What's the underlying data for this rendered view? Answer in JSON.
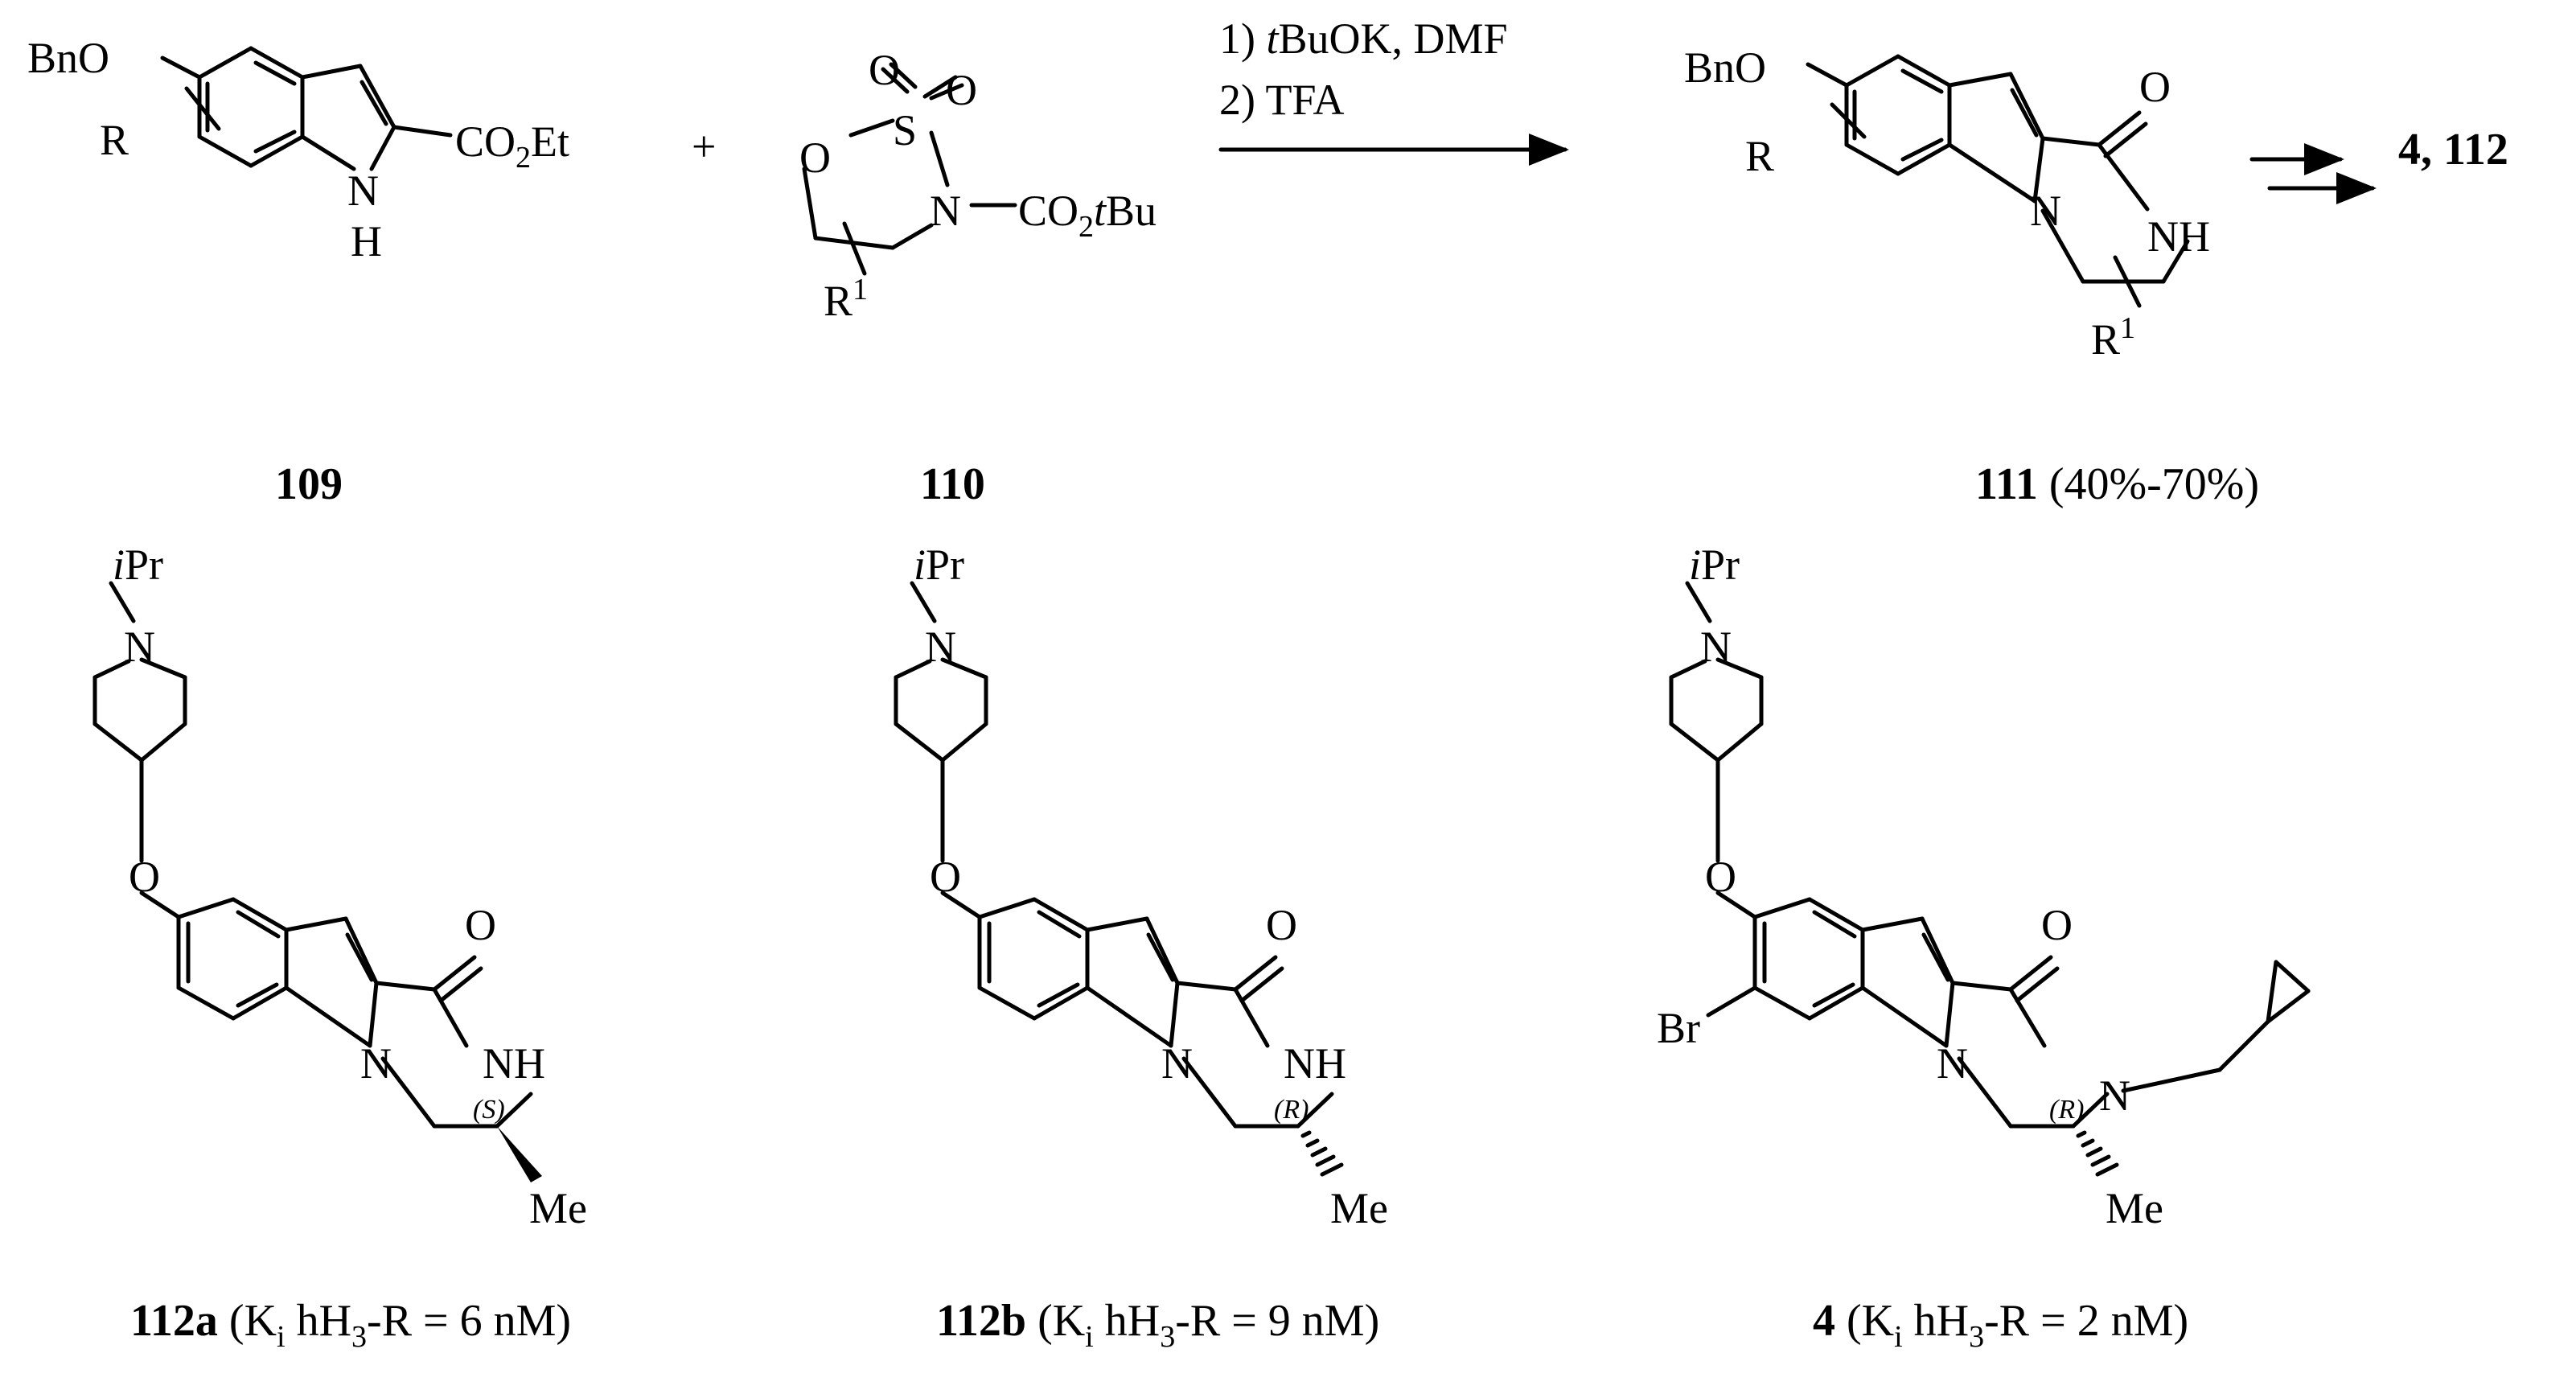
{
  "atoms": {
    "BnO": "BnO",
    "R": "R",
    "R1_main": "R",
    "R1_sup": "1",
    "CO": "CO",
    "CO_sub": "2",
    "Et": "Et",
    "tBu": "tBu",
    "t": "t",
    "Bu": "Bu",
    "N": "N",
    "H": "H",
    "NH": "NH",
    "O": "O",
    "S": "S",
    "iPr_i": "i",
    "iPr_Pr": "Pr",
    "Me": "Me",
    "Br": "Br"
  },
  "reaction": {
    "plus": "+",
    "step1_num": "1)",
    "step1_t": "t",
    "step1_rest": "BuOK, DMF",
    "step2": "2) TFA",
    "product_targets": "4, 112"
  },
  "compounds": {
    "c109": {
      "label": "109"
    },
    "c110": {
      "label": "110"
    },
    "c111": {
      "label": "111",
      "yield": "(40%-70%)"
    },
    "c112a": {
      "label": "112a",
      "stereo": "(S)",
      "Ki": "K",
      "Ki_sub": "i",
      "assay_a": "hH",
      "assay_sub": "3",
      "assay_b": "-R = 6 nM)"
    },
    "c112b": {
      "label": "112b",
      "stereo": "(R)",
      "Ki": "K",
      "Ki_sub": "i",
      "assay_a": "hH",
      "assay_sub": "3",
      "assay_b": "-R = 9 nM)"
    },
    "c4": {
      "label": "4",
      "stereo": "(R)",
      "Ki": "K",
      "Ki_sub": "i",
      "assay_a": "hH",
      "assay_sub": "3",
      "assay_b": "-R = 2 nM)"
    }
  }
}
